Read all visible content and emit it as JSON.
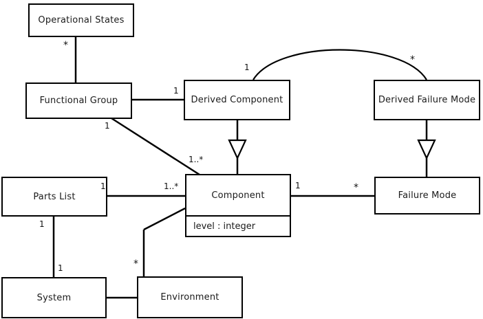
{
  "diagram": {
    "title": "UML Class Diagram",
    "type": "uml-class-diagram",
    "background": "#ffffff",
    "line_color": "#000000",
    "text_color": "#1a1a1a"
  },
  "classes": [
    {
      "id": "operational-states",
      "name": "Operational States",
      "attributes": []
    },
    {
      "id": "functional-group",
      "name": "Functional Group",
      "attributes": []
    },
    {
      "id": "derived-component",
      "name": "Derived Component",
      "attributes": []
    },
    {
      "id": "derived-failure-mode",
      "name": "Derived Failure Mode",
      "attributes": []
    },
    {
      "id": "parts-list",
      "name": "Parts List",
      "attributes": []
    },
    {
      "id": "component",
      "name": "Component",
      "attributes": [
        "level : integer"
      ]
    },
    {
      "id": "failure-mode",
      "name": "Failure Mode",
      "attributes": []
    },
    {
      "id": "system",
      "name": "System",
      "attributes": []
    },
    {
      "id": "environment",
      "name": "Environment",
      "attributes": []
    }
  ],
  "class_labels": {
    "operational_states": "Operational States",
    "functional_group": "Functional Group",
    "derived_component": "Derived Component",
    "derived_failure_mode": "Derived Failure Mode",
    "parts_list": "Parts List",
    "component": "Component",
    "component_level_attr": "level : integer",
    "failure_mode": "Failure Mode",
    "system": "System",
    "environment": "Environment"
  },
  "multiplicities": {
    "operational_states_to_functional_group": "*",
    "functional_group_to_derived_component": "1",
    "functional_group_to_component": "1",
    "functional_group_component_far": "1..*",
    "parts_list_right": "1",
    "parts_list_to_component": "1..*",
    "parts_list_to_system": "1",
    "system_to_parts_list": "1",
    "component_to_failure_mode": "1",
    "failure_mode_end": "*",
    "derived_component_arc": "1",
    "derived_failure_mode_arc": "*",
    "environment_to_component": "*"
  },
  "associations": [
    {
      "from": "operational-states",
      "to": "functional-group",
      "from_mult": "*",
      "to_mult": "",
      "kind": "association"
    },
    {
      "from": "functional-group",
      "to": "derived-component",
      "from_mult": "",
      "to_mult": "1",
      "kind": "association"
    },
    {
      "from": "functional-group",
      "to": "component",
      "from_mult": "1",
      "to_mult": "1..*",
      "kind": "association"
    },
    {
      "from": "parts-list",
      "to": "component",
      "from_mult": "1",
      "to_mult": "1..*",
      "kind": "association"
    },
    {
      "from": "parts-list",
      "to": "system",
      "from_mult": "1",
      "to_mult": "1",
      "kind": "association"
    },
    {
      "from": "component",
      "to": "failure-mode",
      "from_mult": "1",
      "to_mult": "*",
      "kind": "association"
    },
    {
      "from": "derived-component",
      "to": "derived-failure-mode",
      "from_mult": "1",
      "to_mult": "*",
      "kind": "association-arc"
    },
    {
      "from": "environment",
      "to": "component",
      "from_mult": "*",
      "to_mult": "",
      "kind": "association"
    },
    {
      "from": "system",
      "to": "environment",
      "from_mult": "",
      "to_mult": "",
      "kind": "association"
    },
    {
      "from": "derived-component",
      "to": "component",
      "from_mult": "",
      "to_mult": "",
      "kind": "generalization"
    },
    {
      "from": "derived-failure-mode",
      "to": "failure-mode",
      "from_mult": "",
      "to_mult": "",
      "kind": "generalization"
    }
  ]
}
